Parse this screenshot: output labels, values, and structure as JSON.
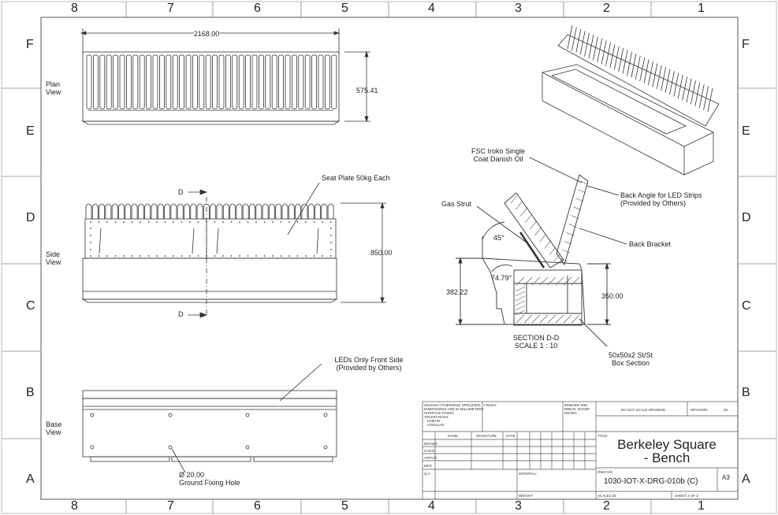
{
  "grid": {
    "columns": [
      "8",
      "7",
      "6",
      "5",
      "4",
      "3",
      "2",
      "1"
    ],
    "rows": [
      "F",
      "E",
      "D",
      "C",
      "B",
      "A"
    ]
  },
  "views": {
    "plan": "Plan\nView",
    "side": "Side\nView",
    "base": "Base\nView"
  },
  "dimensions": {
    "length": "2168.00",
    "depth": "575.41",
    "height": "850.00",
    "seat_height": "382.22",
    "box_height": "350.00",
    "angle_45": "45°",
    "angle_74": "74.79°",
    "hole_dia": "Ø 20.00"
  },
  "callouts": {
    "seat_plate": "Seat Plate 50kg Each",
    "section_mark": "D",
    "finish": "FSC Iroko Single\nCoat Danish Oil",
    "gas_strut": "Gas Strut",
    "back_angle": "Back Angle for LED Strips\n(Provided by Others)",
    "back_bracket": "Back Bracket",
    "box_section": "50x50x2 St/St\nBox Section",
    "leds": "LEDs Only Front Side\n(Provided by Others)",
    "fixing_hole": "Ground Fixing Hole"
  },
  "section": {
    "title": "SECTION D-D",
    "scale": "SCALE 1 : 10"
  },
  "title_block": {
    "notes": "UNLESS OTHERWISE SPECIFIED:\nDIMENSIONS ARE IN MILLIMETERS\nSURFACE FINISH:\nTOLERANCES:\n   LINEAR:\n   ANGULAR:",
    "finish_label": "FINISH:",
    "deburr": "DEBURR AND\nBREAK SHARP\nEDGES",
    "do_not_scale": "DO NOT SCALE DRAWING",
    "revision_label": "REVISION",
    "revision": "03",
    "col_name": "NAME",
    "col_signature": "SIGNATURE",
    "col_date": "DATE",
    "rows": [
      "DRAWN",
      "CHK'D",
      "APPV'D",
      "MFG",
      "Q.A"
    ],
    "title_label": "TITLE:",
    "title": "Berkeley Square\n- Bench",
    "material_label": "MATERIAL:",
    "dwg_label": "DWG NO.",
    "dwg_no": "1030-IOT-X-DRG-010b (C)",
    "size": "A3",
    "weight_label": "WEIGHT:",
    "scale": "SCALE1:20",
    "sheet": "SHEET 2 OF 3"
  }
}
